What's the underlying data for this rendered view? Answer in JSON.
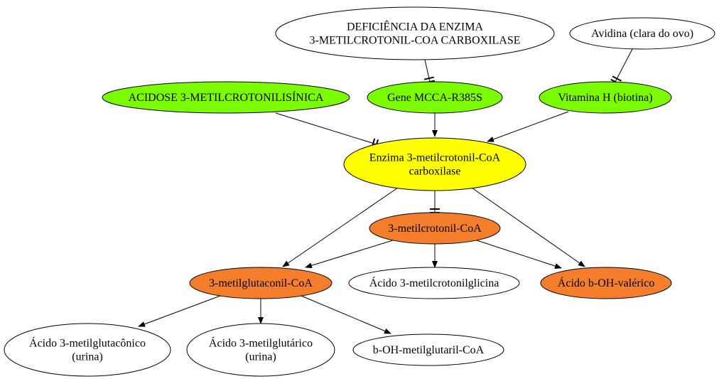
{
  "colors": {
    "green": "#7cfc00",
    "yellow": "#ffff00",
    "orange": "#f57e2d",
    "white": "#ffffff",
    "stroke": "#000000"
  },
  "nodes": {
    "deficiencia": {
      "lines": [
        "DEFICIÊNCIA DA ENZIMA",
        "3-METILCROTONIL-COA CARBOXILASE"
      ],
      "fill": "white"
    },
    "avidina": {
      "lines": [
        "Avidina (clara do ovo)"
      ],
      "fill": "white"
    },
    "acidose": {
      "lines": [
        "ACIDOSE 3-METILCROTONILISÍNICA"
      ],
      "fill": "green"
    },
    "gene": {
      "lines": [
        "Gene MCCA-R385S"
      ],
      "fill": "green"
    },
    "vitamina": {
      "lines": [
        "Vitamina H (biotina)"
      ],
      "fill": "green"
    },
    "enzima": {
      "lines": [
        "Enzima 3-metilcrotonil-CoA",
        "carboxilase"
      ],
      "fill": "yellow"
    },
    "mcoa": {
      "lines": [
        "3-metilcrotonil-CoA"
      ],
      "fill": "orange"
    },
    "mglut": {
      "lines": [
        "3-metilglutaconil-CoA"
      ],
      "fill": "orange"
    },
    "acmcg": {
      "lines": [
        "Ácido 3-metilcrotonilglicina"
      ],
      "fill": "white"
    },
    "acbohv": {
      "lines": [
        "Ácido b-OH-valérico"
      ],
      "fill": "orange"
    },
    "acmgc": {
      "lines": [
        "Ácido 3-metilglutacônico",
        "(urina)"
      ],
      "fill": "white"
    },
    "acmgt": {
      "lines": [
        "Ácido 3-metilglutárico",
        "(urina)"
      ],
      "fill": "white"
    },
    "bohmg": {
      "lines": [
        "b-OH-metilglutaril-CoA"
      ],
      "fill": "white"
    }
  },
  "edges": [
    {
      "from": "deficiencia",
      "to": "gene",
      "type": "inhibit"
    },
    {
      "from": "avidina",
      "to": "vitamina",
      "type": "inhibit"
    },
    {
      "from": "acidose",
      "to": "enzima",
      "type": "inhibit"
    },
    {
      "from": "gene",
      "to": "enzima",
      "type": "arrow"
    },
    {
      "from": "vitamina",
      "to": "enzima",
      "type": "arrow"
    },
    {
      "from": "enzima",
      "to": "mcoa",
      "type": "inhibit"
    },
    {
      "from": "enzima",
      "to": "mglut",
      "type": "arrow"
    },
    {
      "from": "enzima",
      "to": "acbohv",
      "type": "arrow"
    },
    {
      "from": "mcoa",
      "to": "mglut",
      "type": "arrow"
    },
    {
      "from": "mcoa",
      "to": "acmcg",
      "type": "arrow"
    },
    {
      "from": "mcoa",
      "to": "acbohv",
      "type": "arrow"
    },
    {
      "from": "mglut",
      "to": "acmgc",
      "type": "arrow"
    },
    {
      "from": "mglut",
      "to": "acmgt",
      "type": "arrow"
    },
    {
      "from": "mglut",
      "to": "bohmg",
      "type": "arrow"
    }
  ]
}
